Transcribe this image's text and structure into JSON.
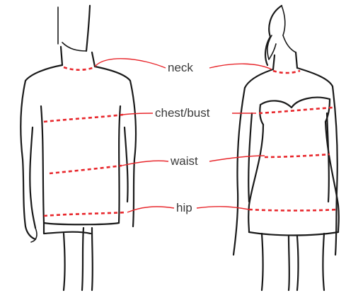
{
  "labels": {
    "neck": "neck",
    "chest": "chest/bust",
    "waist": "waist",
    "hip": "hip"
  },
  "colors": {
    "measure_line": "#e8272c",
    "outline": "#1a1a1a",
    "label_text": "#3a3a3a",
    "background": "#ffffff"
  }
}
